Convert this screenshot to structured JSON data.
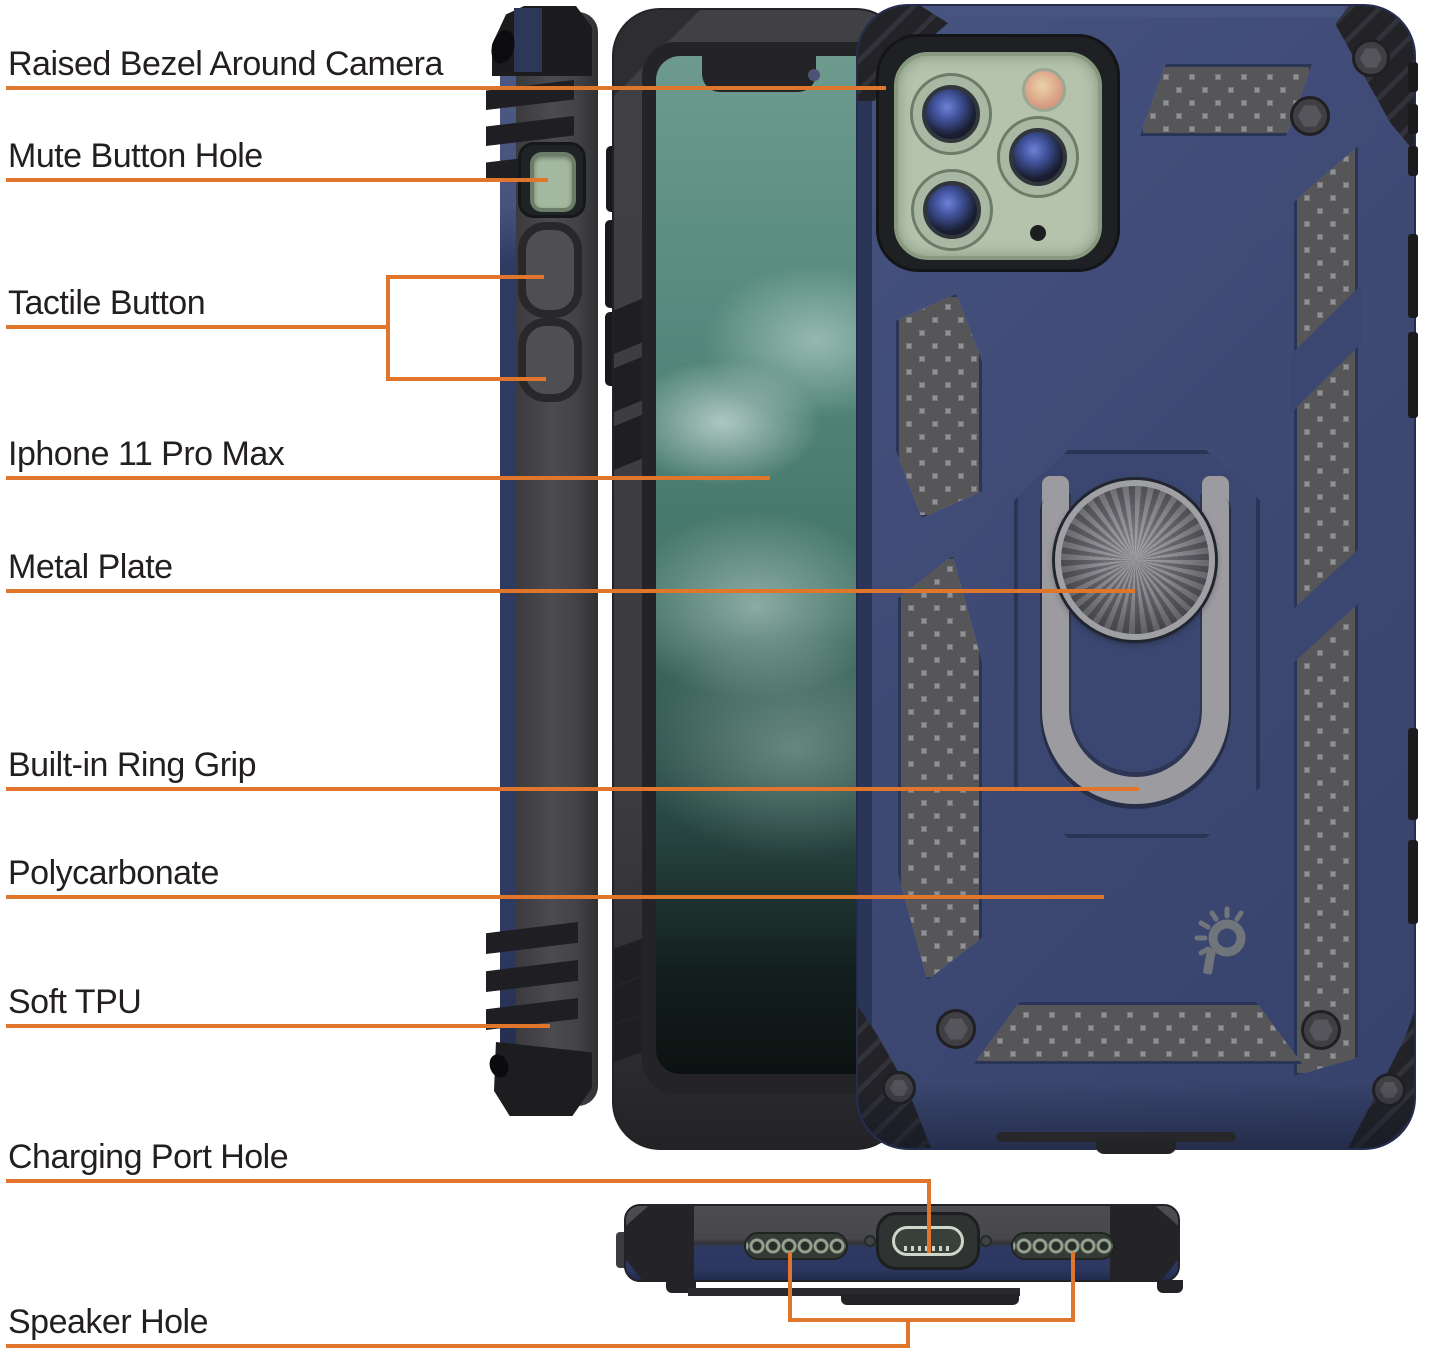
{
  "accent_color": "#E0752C",
  "text_color": "#231F20",
  "background_color": "#FFFFFF",
  "callouts": [
    {
      "id": "raised-bezel",
      "label": "Raised Bezel Around Camera"
    },
    {
      "id": "mute-button-hole",
      "label": "Mute Button Hole"
    },
    {
      "id": "tactile-button",
      "label": "Tactile Button"
    },
    {
      "id": "iphone-model",
      "label": "Iphone 11 Pro Max"
    },
    {
      "id": "metal-plate",
      "label": "Metal Plate"
    },
    {
      "id": "ring-grip",
      "label": "Built-in Ring Grip"
    },
    {
      "id": "polycarbonate",
      "label": "Polycarbonate"
    },
    {
      "id": "soft-tpu",
      "label": "Soft TPU"
    },
    {
      "id": "charging-port-hole",
      "label": "Charging Port Hole"
    },
    {
      "id": "speaker-hole",
      "label": "Speaker Hole"
    }
  ],
  "brand": {
    "logo_icon": "punkcase-sun-gear-logo"
  },
  "case_colors": {
    "navy": "#3E4A74",
    "navy_dark": "#2B3558",
    "gray": "#47474B",
    "black": "#1F1F22",
    "camera_green": "#B5C3AD",
    "mute_switch_green": "#A3B89E",
    "mesh_light": "#8F9193",
    "mesh_dark": "#565659",
    "metal_gray": "#8A8A8E",
    "screen_teal": "#5E9084"
  }
}
